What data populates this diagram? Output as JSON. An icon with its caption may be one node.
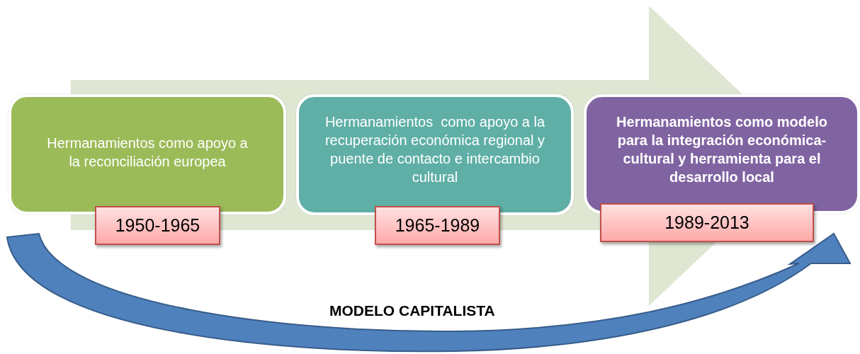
{
  "diagram": {
    "nodes": [
      {
        "text": [
          "Hermanamientos como apoyo a la reconciliación europea"
        ]
      },
      {
        "text": [
          "1950-1965"
        ]
      },
      {
        "text": [
          "Hermanamientos  como apoyo a la recuperación económica regional y puente de contacto e intercambio cultural"
        ]
      },
      {
        "text": [
          "1965-1989"
        ]
      },
      {
        "text": [
          "Hermanamientos como modelo para la integración económica-cultural y herramienta para el desarrollo local"
        ]
      },
      {
        "text": [
          "1989-2013"
        ]
      }
    ],
    "edges": [
      {
        "from": 0,
        "to": 4,
        "arrow": "to"
      }
    ],
    "labels": [
      "MODELO CAPITALISTA"
    ]
  }
}
